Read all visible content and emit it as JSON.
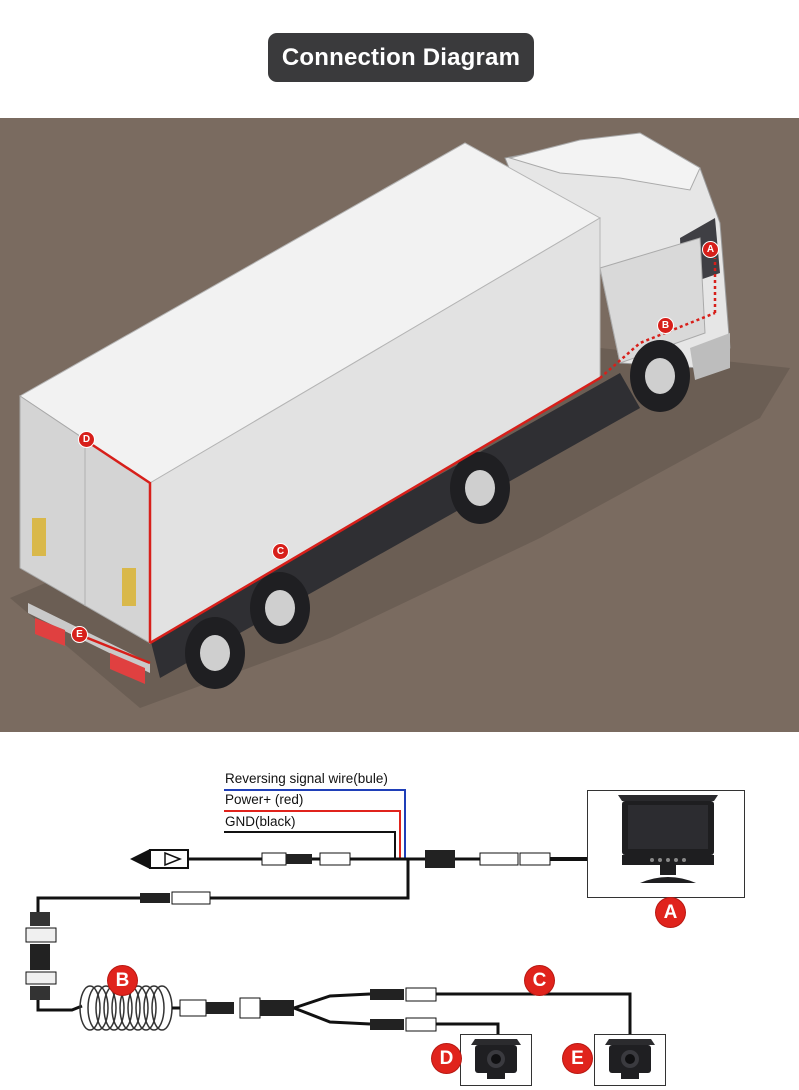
{
  "header": {
    "title": "Connection Diagram"
  },
  "truck": {
    "markers": [
      {
        "id": "a",
        "label": "A"
      },
      {
        "id": "b",
        "label": "B"
      },
      {
        "id": "c",
        "label": "C"
      },
      {
        "id": "d",
        "label": "D"
      },
      {
        "id": "e",
        "label": "E"
      }
    ]
  },
  "wiring": {
    "wire_labels": {
      "reversing": "Reversing signal wire(bule)",
      "power": "Power+ (red)",
      "gnd": "GND(black)"
    },
    "markers": {
      "a": "A",
      "b": "B",
      "c": "C",
      "d": "D",
      "e": "E"
    },
    "colors": {
      "reversing_wire": "#1f3fb8",
      "power_wire": "#e0231c",
      "gnd_wire": "#111111",
      "marker": "#e0231c"
    }
  },
  "icons": [
    "monitor-icon",
    "camera-icon",
    "coiled-cable-icon",
    "connector-icon",
    "plug-icon"
  ]
}
